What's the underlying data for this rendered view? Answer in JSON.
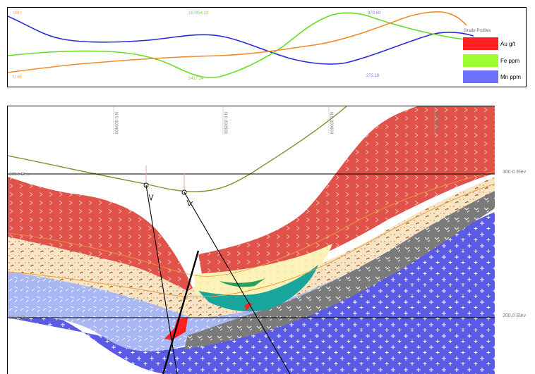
{
  "grade_profiles": {
    "title": "Grade Profiles",
    "legend": [
      {
        "label": "Au g/t",
        "color": "#ff2020"
      },
      {
        "label": "Fe ppm",
        "color": "#99ff33"
      },
      {
        "label": "Mn ppm",
        "color": "#7070ff"
      }
    ],
    "value_labels": {
      "au_max": "990",
      "au_min": "0.46",
      "fe_max": "167954.23",
      "fe_min": "5417.34",
      "mn_max": "970.69",
      "mn_min": "272.16"
    }
  },
  "section": {
    "elevation_labels": [
      {
        "left": "300.0 Elev",
        "right": "300.0 Elev"
      },
      {
        "left": "200.0 Elev",
        "right": "200.0 Elev"
      }
    ],
    "northing_labels": [
      "N 0 000400",
      "N 0 000500",
      "N 0 000600",
      "N 0 000700"
    ],
    "colors": {
      "red_unit": "#e0524a",
      "tan_unit": "#f6e4c4",
      "blue_unit": "#5a5ae6",
      "light_blue_unit": "#a9b7f5",
      "gray_unit": "#7b7b7b",
      "teal_unit": "#1aa59d",
      "yellow_unit": "#fdf2b8",
      "topography": "#8a8a2a"
    }
  }
}
